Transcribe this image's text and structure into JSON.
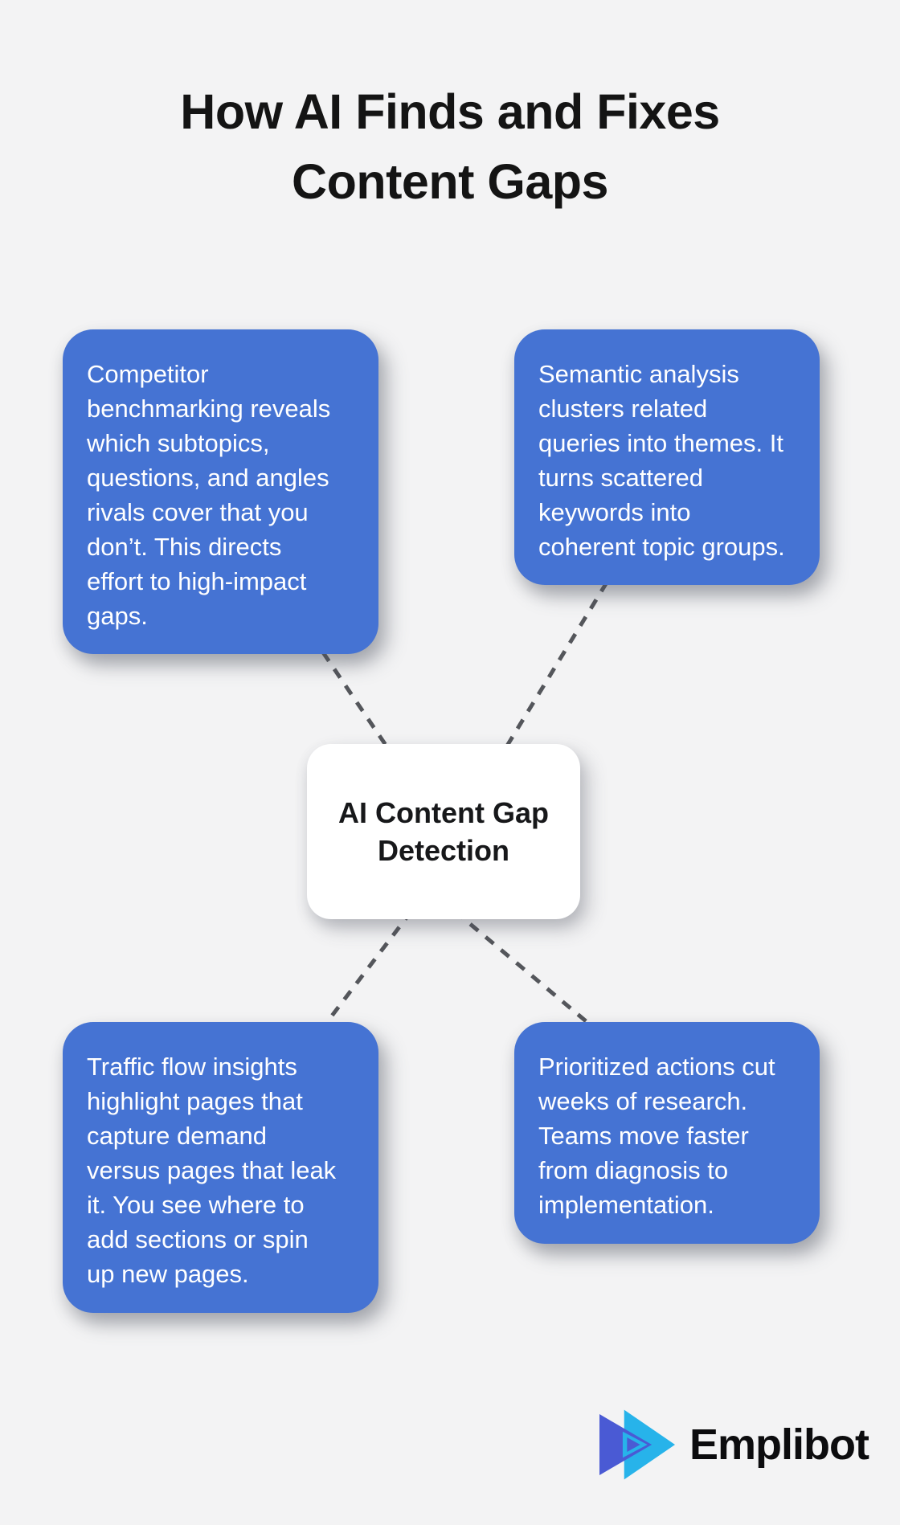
{
  "title": {
    "text": "How AI Finds and Fixes\nContent Gaps"
  },
  "diagram": {
    "center": {
      "label": "AI Content Gap\nDetection"
    },
    "cards": {
      "top_left": {
        "text": "Competitor\nbenchmarking reveals\nwhich subtopics,\nquestions, and angles\nrivals cover that you\ndon’t. This directs\neffort to high-impact\ngaps."
      },
      "top_right": {
        "text": "Semantic analysis\nclusters related\nqueries into themes. It\nturns scattered\nkeywords into\ncoherent topic groups."
      },
      "bottom_left": {
        "text": "Traffic flow insights\nhighlight pages that\ncapture demand\nversus pages that leak\nit. You see where to\nadd sections or spin\nup new pages."
      },
      "bottom_right": {
        "text": "Prioritized actions cut\nweeks of research.\nTeams move faster\nfrom diagnosis to\nimplementation."
      }
    }
  },
  "branding": {
    "logo_text": "Emplibot",
    "logo_icon": "fast-forward-triangles-icon"
  },
  "colors": {
    "background": "#f3f3f4",
    "card_blue": "#4573d3",
    "card_text": "#ffffff",
    "center_background": "#ffffff",
    "center_text": "#17181a",
    "title_text": "#141414",
    "connector": "#54565b",
    "logo_indigo": "#4a5ad4",
    "logo_cyan": "#27b3ea",
    "logo_text_color": "#0c0c0e"
  }
}
